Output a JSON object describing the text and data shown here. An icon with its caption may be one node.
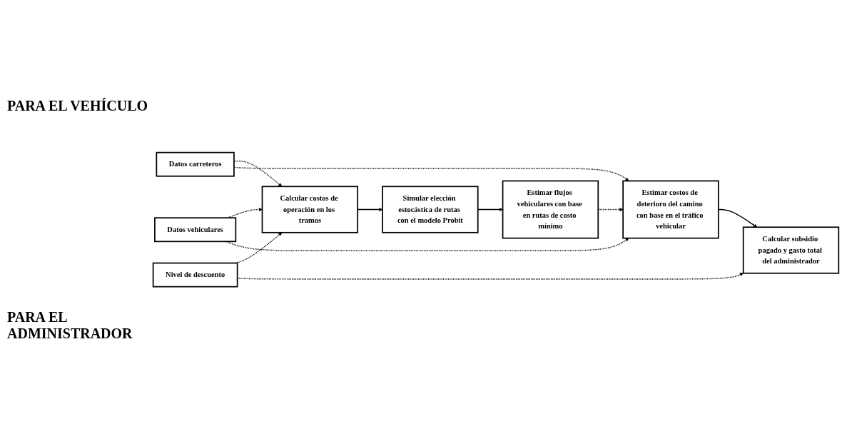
{
  "diagram": {
    "nodes": [
      {
        "text": [
          "Calcular costos de operación en los tramos"
        ]
      },
      {
        "text": [
          "Simular elección estocástica de rutas con el modelo Probit"
        ]
      },
      {
        "text": [
          "Estimar flujos vehiculares con base en rutas de costo mínimo"
        ]
      },
      {
        "text": [
          "Datos carreteros"
        ]
      },
      {
        "text": [
          "Datos vehiculares"
        ]
      },
      {
        "text": [
          "Estimar costos de deterioro del camino con base en el tráfico vehicular"
        ]
      },
      {
        "text": [
          "Calcular subsidio pagado y gasto total del administrador"
        ]
      },
      {
        "text": [
          "Nivel de descuento"
        ]
      }
    ],
    "edges": [
      {
        "from": 0,
        "to": 1,
        "arrow": "to"
      },
      {
        "from": 1,
        "to": 2,
        "arrow": "to"
      },
      {
        "from": 2,
        "to": 5,
        "arrow": "to",
        "style": "dashed"
      },
      {
        "from": 3,
        "to": 0,
        "arrow": "to",
        "style": "dashed"
      },
      {
        "from": 3,
        "to": 5,
        "arrow": "to",
        "style": "dashed"
      },
      {
        "from": 4,
        "to": 0,
        "arrow": "to",
        "style": "dashed"
      },
      {
        "from": 4,
        "to": 5,
        "arrow": "to",
        "style": "dashed"
      },
      {
        "from": 7,
        "to": 0,
        "arrow": "to",
        "style": "dashed"
      },
      {
        "from": 5,
        "to": 6,
        "arrow": "to"
      },
      {
        "from": 7,
        "to": 6,
        "arrow": "to",
        "style": "dashed"
      }
    ],
    "labels": [
      "PARA EL VEHÍCULO",
      "PARA EL ADMINISTRADOR"
    ]
  }
}
